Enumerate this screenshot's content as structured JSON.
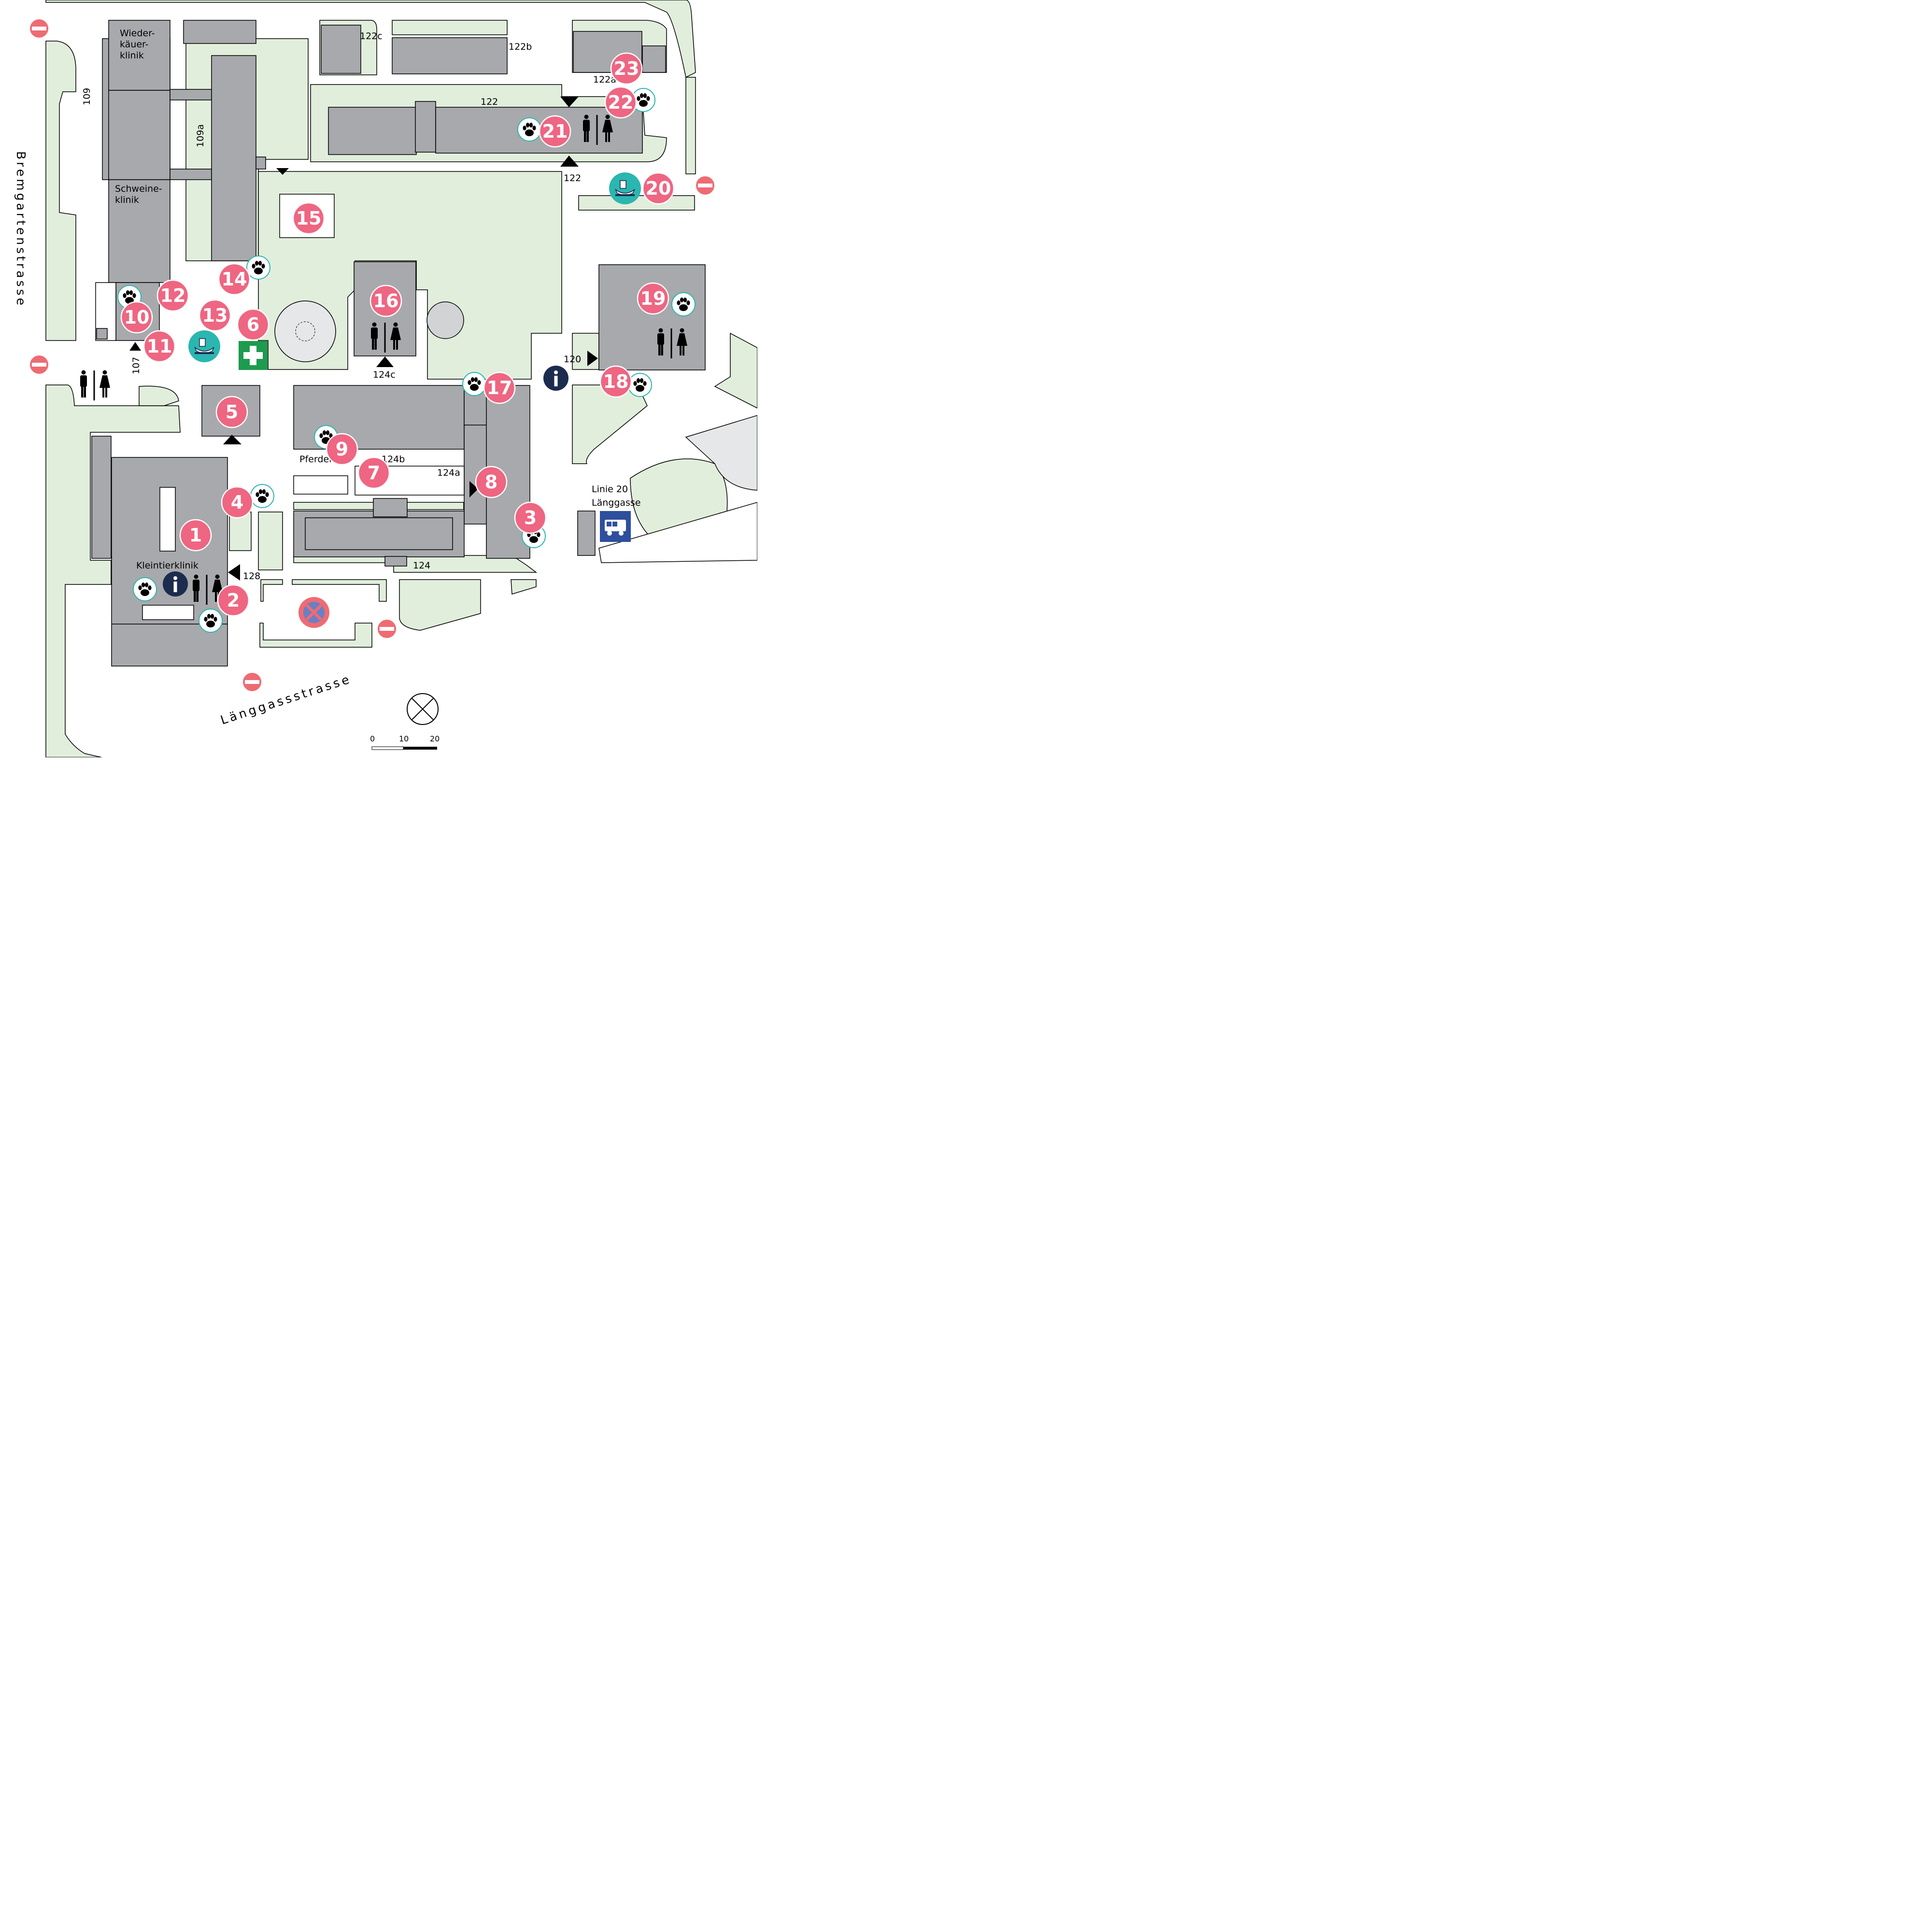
{
  "streets": {
    "left": "Bremgartenstrasse",
    "bottom": "Länggassstrasse"
  },
  "building_labels": {
    "wiederkaeuer": [
      "Wieder-",
      "käuer-",
      "klinik"
    ],
    "schweine": [
      "Schweine-",
      "klinik"
    ],
    "kleintier": "Kleintierklinik",
    "pferde": "Pferdek"
  },
  "building_numbers": {
    "b109": "109",
    "b109a": "109a",
    "b107": "107",
    "b122c": "122c",
    "b122b": "122b",
    "b122a": "122a",
    "b122_top": "122",
    "b122_bottom": "122",
    "b120": "120",
    "b124c": "124c",
    "b124b": "124b",
    "b124a": "124a",
    "b124": "124",
    "b128": "128"
  },
  "bus_stop": {
    "line1": "Linie 20",
    "line2": "Länggasse"
  },
  "markers": [
    {
      "n": "1"
    },
    {
      "n": "2"
    },
    {
      "n": "3"
    },
    {
      "n": "4"
    },
    {
      "n": "5"
    },
    {
      "n": "6"
    },
    {
      "n": "7"
    },
    {
      "n": "8"
    },
    {
      "n": "9"
    },
    {
      "n": "10"
    },
    {
      "n": "11"
    },
    {
      "n": "12"
    },
    {
      "n": "13"
    },
    {
      "n": "14"
    },
    {
      "n": "15"
    },
    {
      "n": "16"
    },
    {
      "n": "17"
    },
    {
      "n": "18"
    },
    {
      "n": "19"
    },
    {
      "n": "20"
    },
    {
      "n": "21"
    },
    {
      "n": "22"
    },
    {
      "n": "23"
    }
  ],
  "scale": {
    "t0": "0",
    "t1": "10",
    "t2": "20"
  },
  "colors": {
    "marker": "#ee6682",
    "building": "#a7a9ac",
    "green": "#e1eedc",
    "info": "#1b2c4f",
    "firstaid": "#1d9b4e",
    "bus": "#2d4f9e",
    "paw_ring": "#2bb6b0",
    "no_entry": "#ef6b73"
  },
  "icons": {
    "info": "info-icon",
    "paw": "paw-print-icon",
    "wc": "restroom-icon",
    "first_aid": "first-aid-icon",
    "food": "food-drink-icon",
    "bus": "bus-icon",
    "no_entry": "no-entry-sign-icon",
    "no_stopping": "no-stopping-sign-icon",
    "north": "north-arrow-icon"
  }
}
